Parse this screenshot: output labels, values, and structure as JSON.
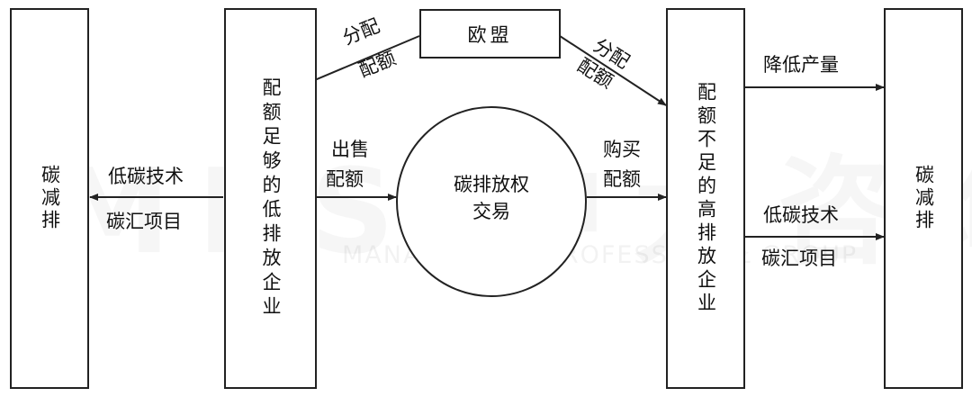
{
  "watermark": {
    "logo": "MPS 中大咨询集团",
    "subtitle": "MANAGEMENT PROFESSIONAL GROUP"
  },
  "nodes": {
    "left_reduction": "碳减排",
    "low_emission": "配额足够的低排放企业",
    "eu": "欧盟",
    "trading": "碳排放权交易",
    "high_emission": "配额不足的高排放企业",
    "right_reduction": "碳减排"
  },
  "edges": {
    "eu_to_low": [
      "分配",
      "配额"
    ],
    "eu_to_high": [
      "分配",
      "配额"
    ],
    "low_to_trading": [
      "出售",
      "配额"
    ],
    "trading_to_high": [
      "购买",
      "配额"
    ],
    "low_to_left": [
      "低碳技术",
      "碳汇项目"
    ],
    "high_to_right_top": "降低产量",
    "high_to_right_bottom": [
      "低碳技术",
      "碳汇项目"
    ]
  }
}
